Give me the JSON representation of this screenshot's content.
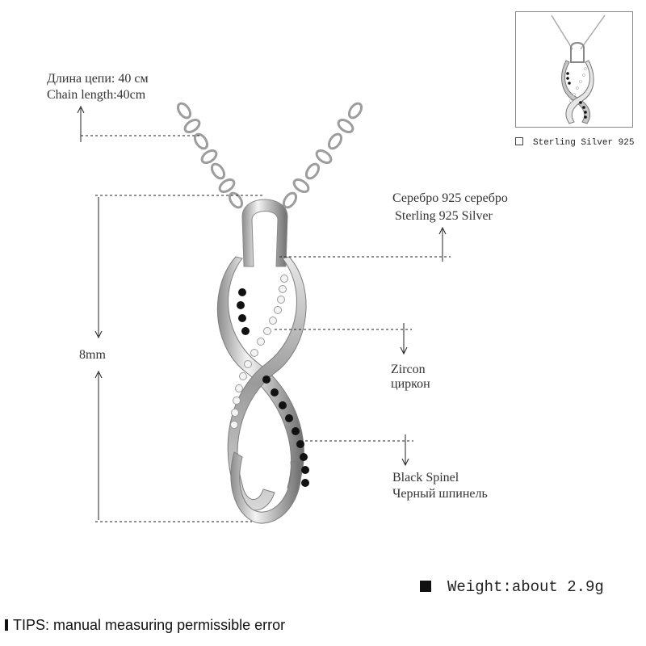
{
  "labels": {
    "chain_length_ru": "Длина цепи: 40 см",
    "chain_length_en": "Chain length:40cm",
    "silver_ru": "Серебро 925 серебро",
    "silver_en": "Sterling 925 Silver",
    "height": "8mm",
    "zircon_en": "Zircon",
    "zircon_ru": "циркон",
    "spinel_en": "Black Spinel",
    "spinel_ru": "Черный шпинель"
  },
  "thumbnail": {
    "caption": "Sterling Silver 925"
  },
  "weight": "Weight:about 2.9g",
  "tips": "TIPS: manual measuring permissible error",
  "colors": {
    "silver": "#c9c9c9",
    "silver_dark": "#8a8a8a",
    "spinel": "#111111",
    "zircon": "#f2f2f2",
    "guide": "#222222"
  }
}
